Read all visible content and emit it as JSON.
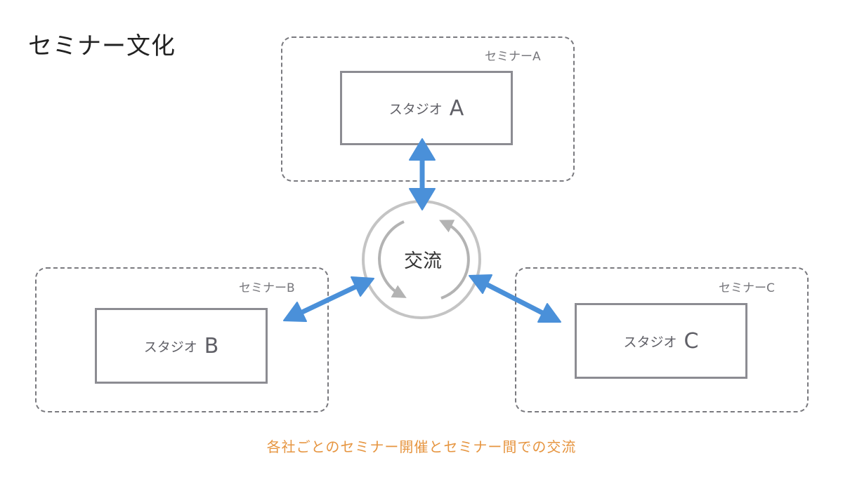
{
  "title": "セミナー文化",
  "seminars": [
    {
      "label": "セミナーA",
      "studio_prefix": "スタジオ",
      "studio_letter": "A"
    },
    {
      "label": "セミナーB",
      "studio_prefix": "スタジオ",
      "studio_letter": "B"
    },
    {
      "label": "セミナーC",
      "studio_prefix": "スタジオ",
      "studio_letter": "C"
    }
  ],
  "center": {
    "label": "交流"
  },
  "caption": "各社ごとのセミナー開催とセミナー間での交流",
  "colors": {
    "arrow": "#4a90d9",
    "cycle": "#b3b3b3",
    "caption": "#e69540",
    "dashed_border": "#7a7a7f",
    "studio_border": "#8c8c92"
  }
}
